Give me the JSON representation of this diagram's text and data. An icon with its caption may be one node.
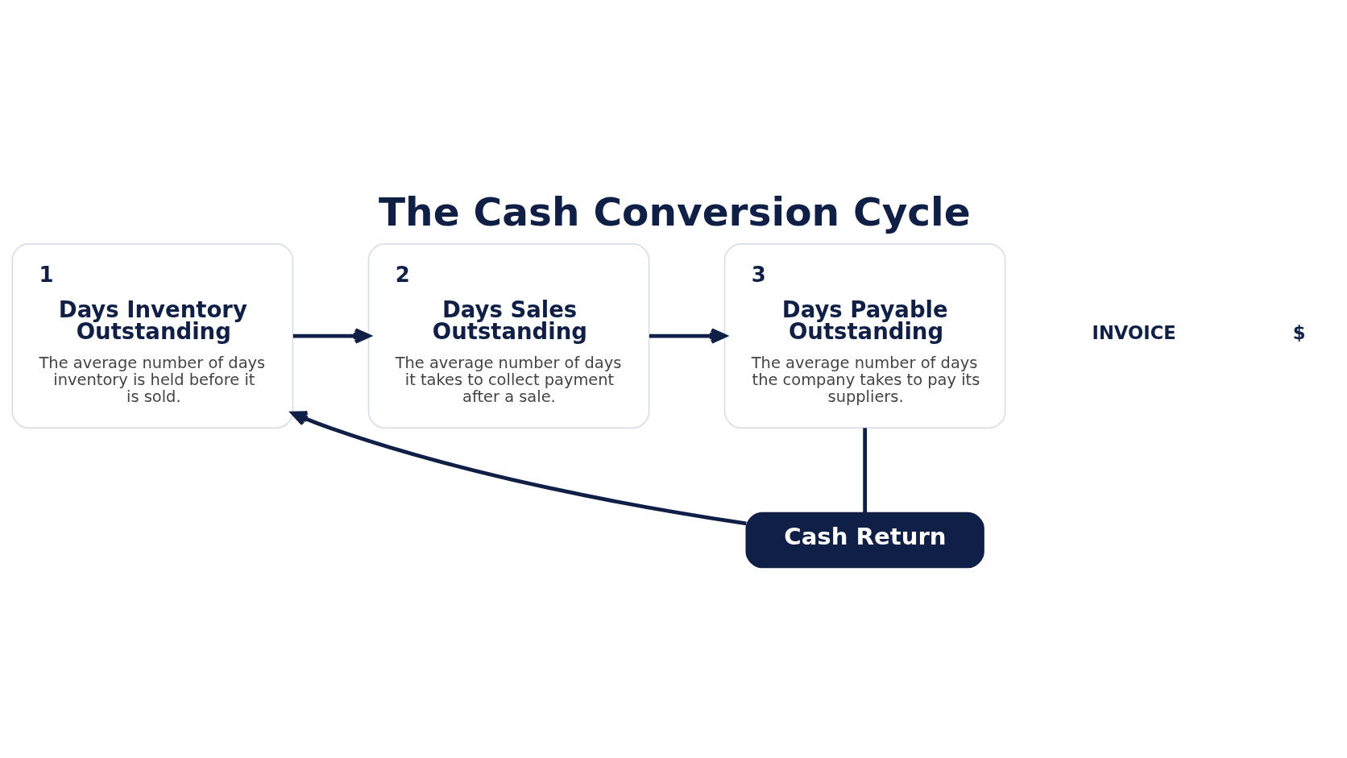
{
  "diagram": {
    "title": "The Cash Conversion Cycle",
    "nodes": [
      {
        "text": [
          "1",
          "Days Inventory Outstanding",
          "The average number of days inventory is held before it is sold."
        ]
      },
      {
        "text": [
          "2",
          "Days Sales Outstanding",
          "The average number of days it takes to collect payment after a sale."
        ]
      },
      {
        "text": [
          "3",
          "Days Payable Outstanding",
          "The average number of days the company takes to pay its suppliers."
        ]
      },
      {
        "text": [
          "Cash Return"
        ]
      }
    ],
    "edges": [
      {
        "from": 0,
        "to": 1,
        "arrow": "to"
      },
      {
        "from": 1,
        "to": 2,
        "arrow": "to"
      },
      {
        "from": 2,
        "to": 3,
        "arrow": "none"
      },
      {
        "from": 3,
        "to": 0,
        "arrow": "to"
      }
    ],
    "labels": [
      "INVOICE",
      "$"
    ]
  }
}
